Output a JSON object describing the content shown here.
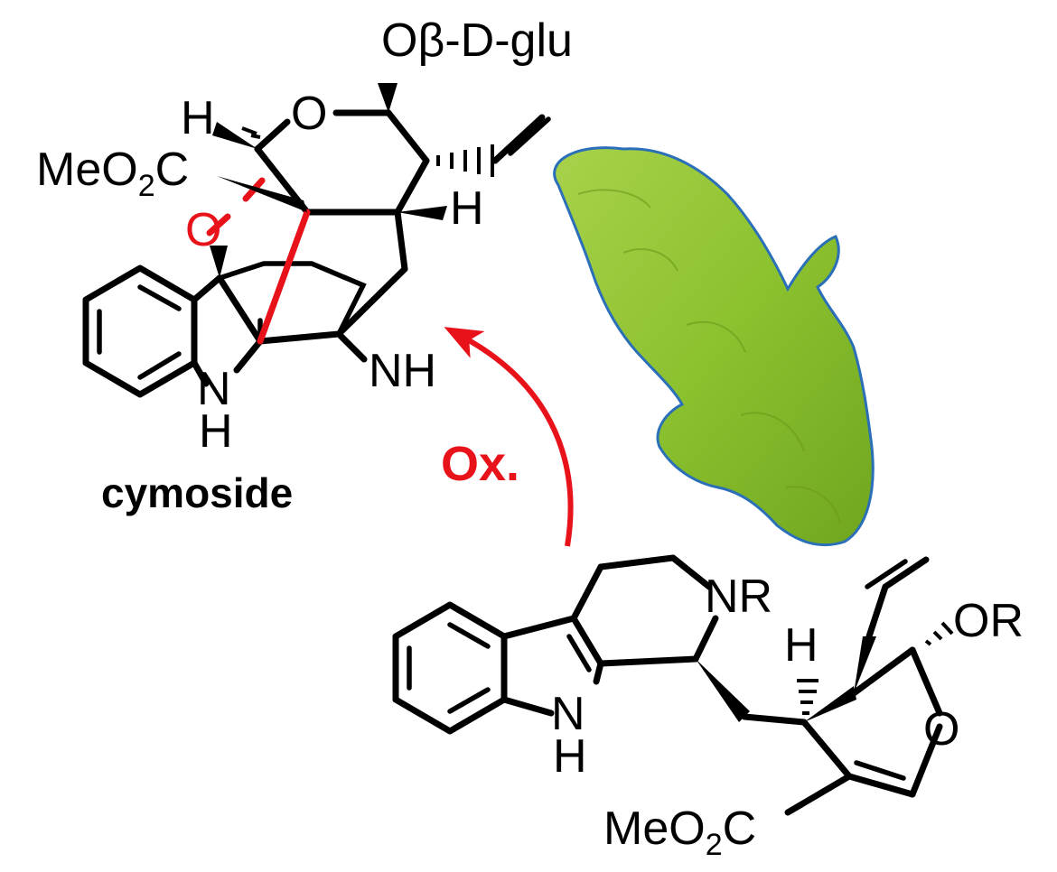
{
  "colors": {
    "bond": "#000000",
    "highlight": "#e8121a",
    "island_fill": "#8cc12f",
    "island_outline": "#2a6fb8"
  },
  "product": {
    "name": "cymoside",
    "labels": {
      "glucoside": "Oβ-D-glu",
      "ring_oxygen": "O",
      "bridge_oxygen": "O",
      "h_top": "H",
      "h_right": "H",
      "ester_main": "MeO",
      "ester_sub": "2",
      "ester_tail": "C",
      "nh_right": "NH",
      "indoline_n": "N",
      "indoline_h": "H"
    }
  },
  "reaction": {
    "label": "Ox."
  },
  "precursor": {
    "labels": {
      "nr": "NR",
      "or": "OR",
      "h": "H",
      "ring_oxygen": "O",
      "indole_n": "N",
      "indole_h": "H",
      "ester_main": "MeO",
      "ester_sub": "2",
      "ester_tail": "C"
    }
  },
  "illustration": {
    "icon": "island-map-icon"
  }
}
